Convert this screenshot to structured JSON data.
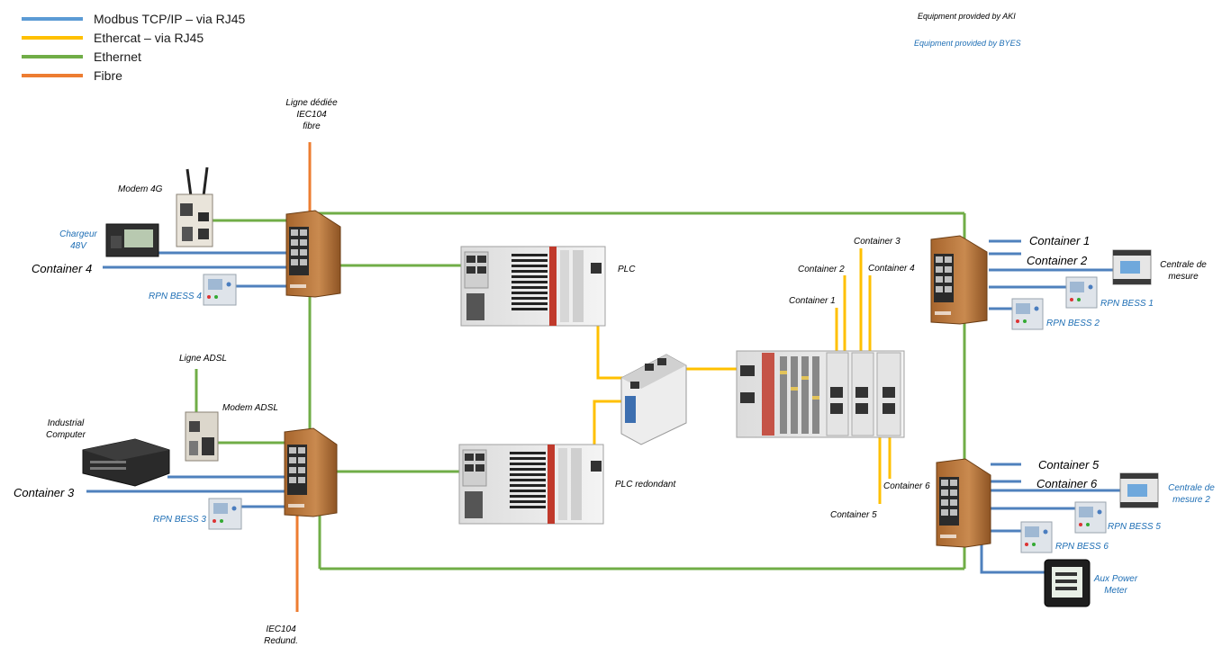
{
  "legend": [
    {
      "label": "Modbus TCP/IP – via RJ45",
      "color": "#5b9bd5"
    },
    {
      "label": "Ethercat – via RJ45",
      "color": "#ffc000"
    },
    {
      "label": "Ethernet",
      "color": "#70ad47"
    },
    {
      "label": "Fibre",
      "color": "#ed7d31"
    }
  ],
  "notes": {
    "aki": "Equipment provided by AKI",
    "byes": "Equipment provided by BYES"
  },
  "labels": {
    "iec104_line_1": "Ligne dédiée",
    "iec104_line_2": "IEC104",
    "iec104_line_3": "fibre",
    "modem_4g": "Modem 4G",
    "chargeur_1": "Chargeur",
    "chargeur_2": "48V",
    "container_4": "Container 4",
    "rpn_bess_4": "RPN BESS 4",
    "plc": "PLC",
    "ligne_adsl": "Ligne ADSL",
    "modem_adsl": "Modem ADSL",
    "industrial_1": "Industrial",
    "industrial_2": "Computer",
    "container_3": "Container 3",
    "rpn_bess_3": "RPN BESS 3",
    "plc_redondant": "PLC  redondant",
    "iec104_redund_1": "IEC104",
    "iec104_redund_2": "Redund.",
    "ec_container_1": "Container 1",
    "ec_container_2": "Container 2",
    "ec_container_3": "Container 3",
    "ec_container_4": "Container 4",
    "ec_container_5": "Container 5",
    "ec_container_6": "Container 6",
    "r1_container_1": "Container 1",
    "r1_container_2": "Container 2",
    "centrale_1a": "Centrale de",
    "centrale_1b": "mesure",
    "rpn_bess_1": "RPN BESS 1",
    "rpn_bess_2": "RPN BESS 2",
    "r2_container_5": "Container 5",
    "r2_container_6": "Container 6",
    "centrale_2a": "Centrale de",
    "centrale_2b": "mesure 2",
    "rpn_bess_5": "RPN BESS 5",
    "rpn_bess_6": "RPN BESS 6",
    "aux_1": "Aux Power",
    "aux_2": "Meter"
  },
  "colors": {
    "modbus": "#4f81bd",
    "ethercat": "#ffc000",
    "ethernet": "#70ad47",
    "fibre": "#ed7d31",
    "switch_body": "#b8733a",
    "plc_body": "#e8e8e8",
    "byes_text": "#1f6fb5"
  }
}
